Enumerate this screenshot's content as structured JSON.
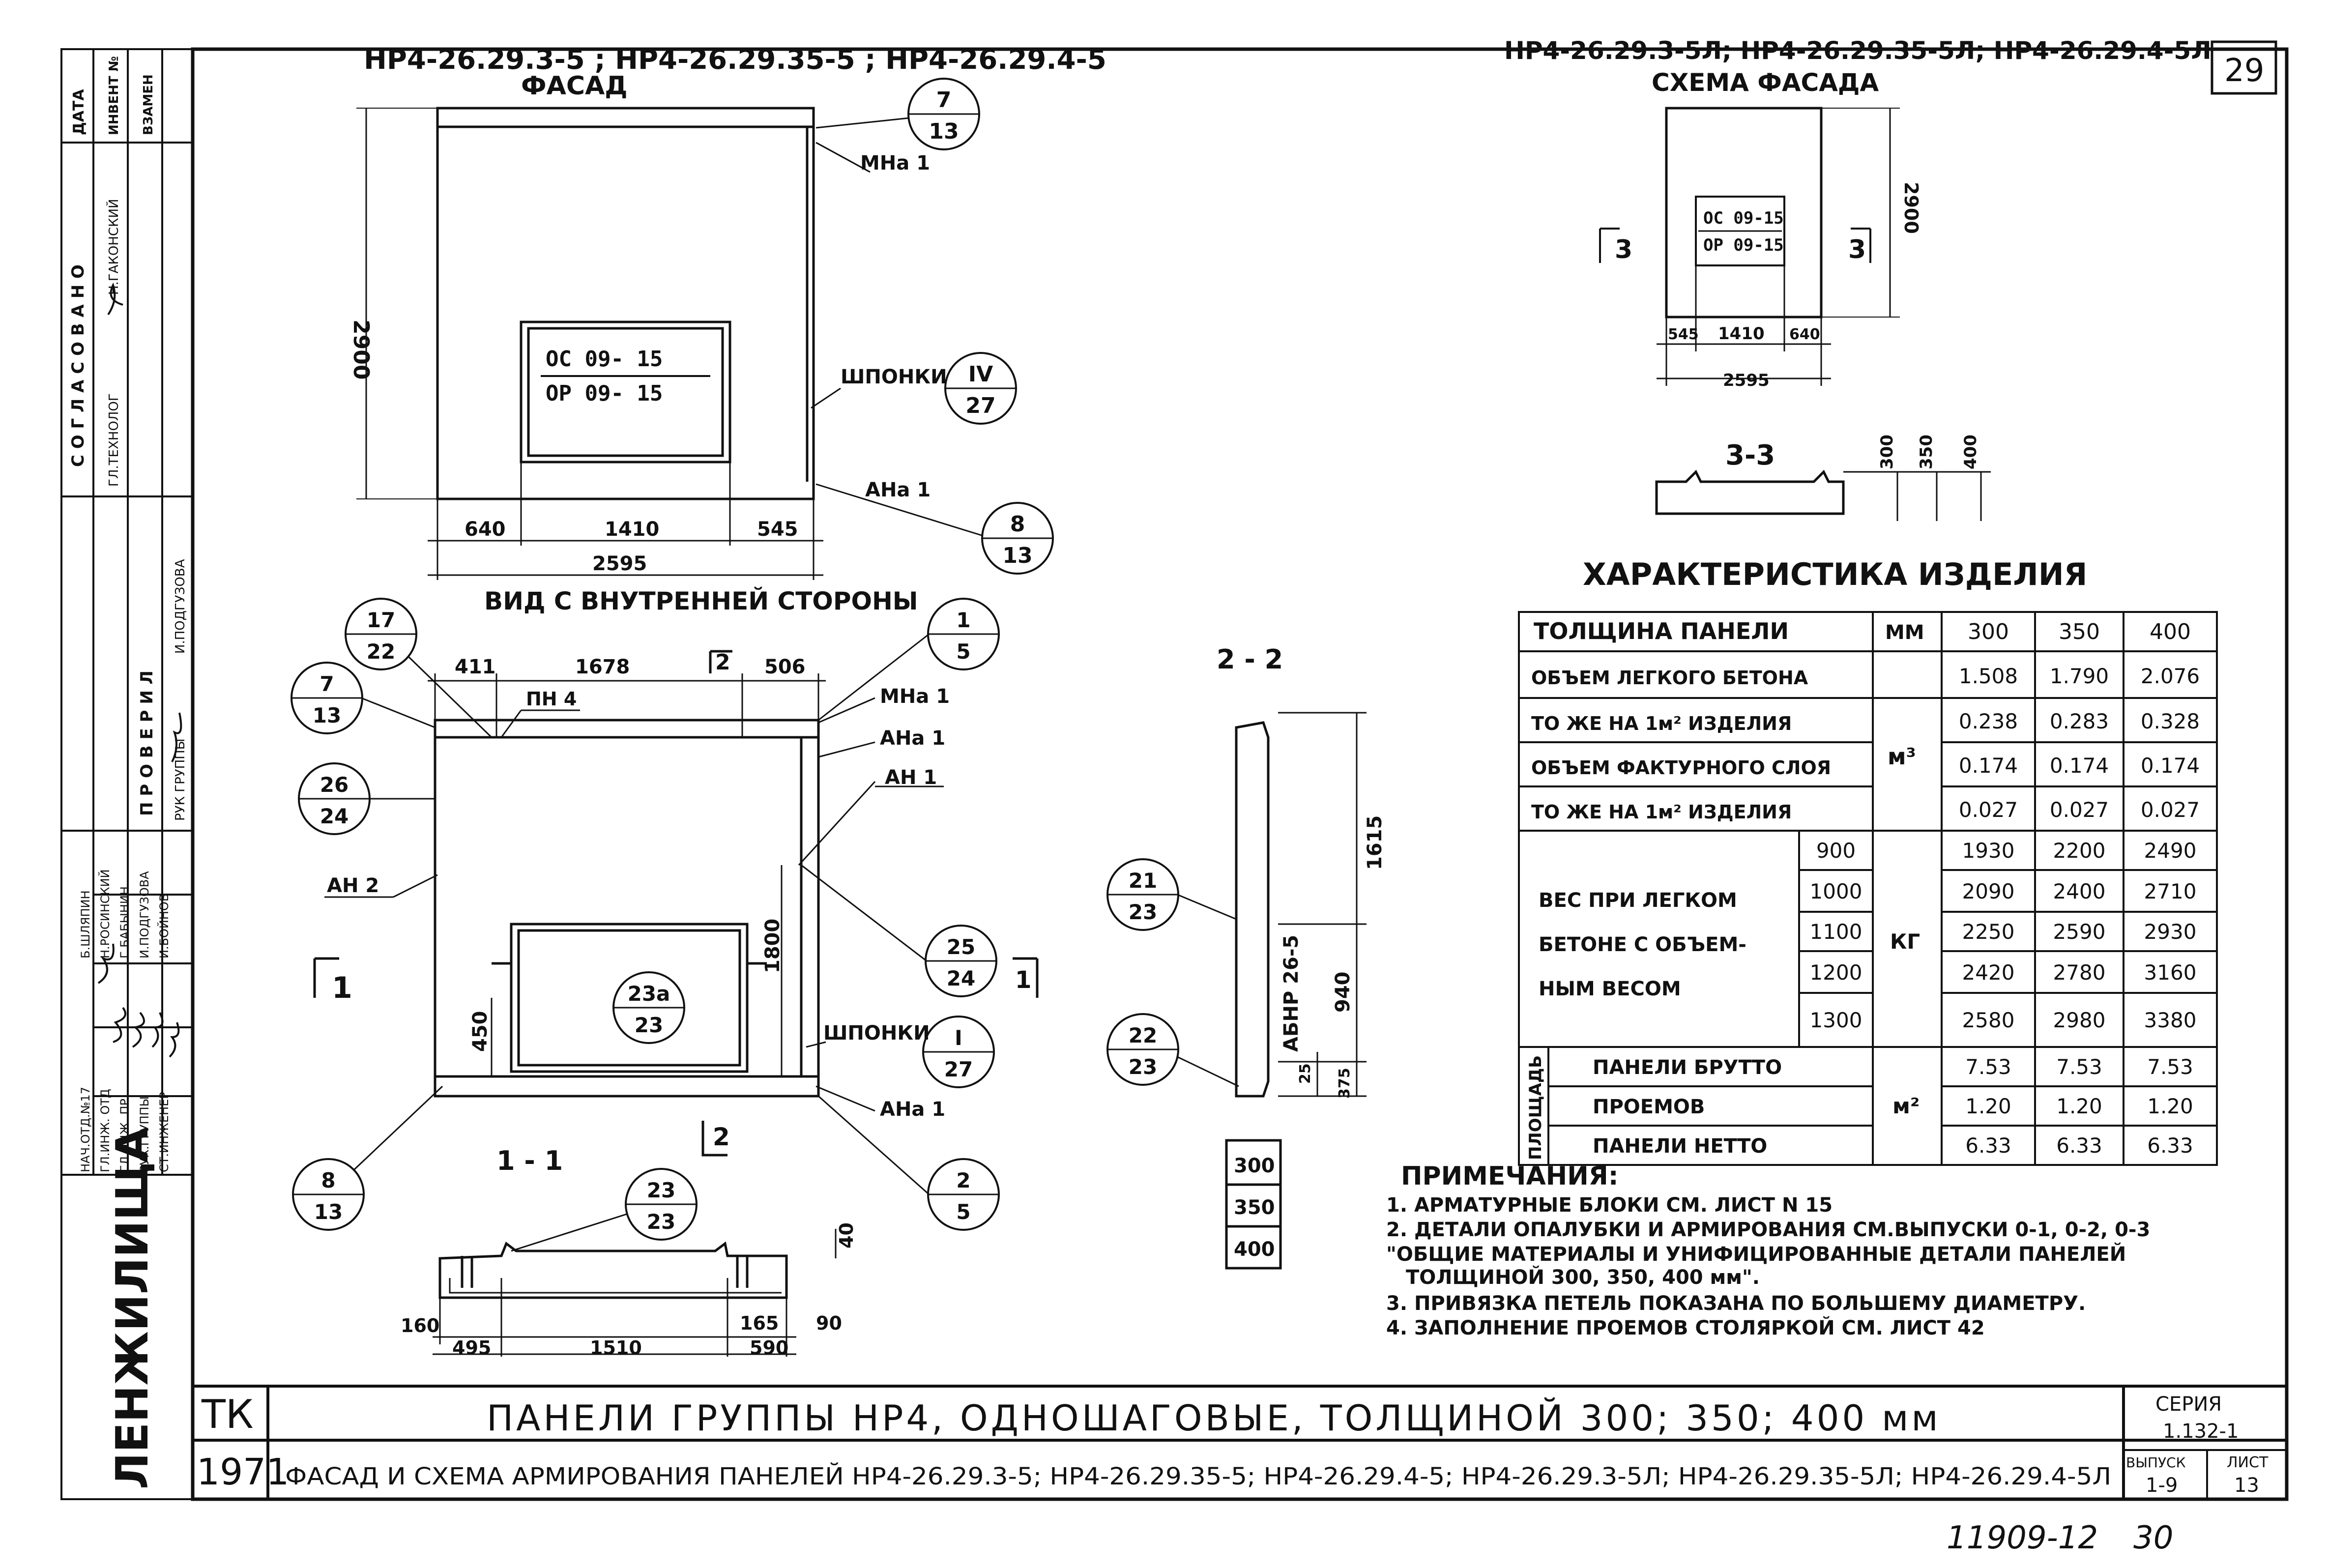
{
  "sheet": {
    "number": "29",
    "bottom_number_1": "11909-12",
    "bottom_number_2": "30"
  },
  "left_strip": {
    "agreed_header": "С О Г Л А С О В А Н О",
    "date_header": "ДАТА",
    "inv_header": "ИНВЕНТ №",
    "replace_header": "ВЗАМЕН",
    "role_tech": "ГЛ.ТЕХНОЛОГ",
    "name_tech": "Н.ГАКОНСКИЙ",
    "checked_header": "П Р О В Е Р И Л",
    "role_group": "РУК ГРУППЫ",
    "name_group": "И.ПОДГУЗОВА",
    "roles": [
      "НАЧ.ОТД.№17",
      "ГЛ.ИНЖ. ОТД",
      "ГЛ.ИНЖ. ПР.",
      "РУК.ГРУППЫ",
      "СТ.ИНЖЕНЕР"
    ],
    "names": [
      "Б.ШЛЯПИН",
      "Н.РОСИНСКИЙ",
      "Г.БАБЫНИН",
      "И.ПОДГУЗОВА",
      "И.БОЙНОВ"
    ],
    "org_logo": "ЛЕНЖИЛИЩА"
  },
  "facade": {
    "title_marks": "НР4-26.29.3-5 ; НР4-26.29.35-5 ; НР4-26.29.4-5",
    "title": "ФАСАД",
    "window_top": "ОС 09- 15",
    "window_bottom": "ОР 09- 15",
    "height": "2900",
    "dims": [
      "640",
      "1410",
      "545"
    ],
    "total": "2595",
    "label_mna": "МНа 1",
    "label_shponki": "ШПОНКИ",
    "label_ana": "АНа 1",
    "callouts": [
      {
        "top": "7",
        "bottom": "13"
      },
      {
        "top": "IV",
        "bottom": "27"
      },
      {
        "top": "8",
        "bottom": "13"
      }
    ]
  },
  "inner_view": {
    "title": "ВИД С ВНУТРЕННЕЙ СТОРОНЫ",
    "dims_top": [
      "411",
      "1678",
      "506"
    ],
    "label_pn": "ПН 4",
    "label_mna": "МНа 1",
    "label_ana_top": "АНа 1",
    "label_an1": "АН 1",
    "label_an2": "АН 2",
    "label_shponki": "ШПОНКИ",
    "label_ana_bottom": "АНа 1",
    "dim_1800": "1800",
    "dim_450": "450",
    "section_2": "2",
    "section_1": "1",
    "callouts": [
      {
        "top": "17",
        "bottom": "22"
      },
      {
        "top": "1",
        "bottom": "5"
      },
      {
        "top": "7",
        "bottom": "13"
      },
      {
        "top": "26",
        "bottom": "24"
      },
      {
        "top": "25",
        "bottom": "24"
      },
      {
        "top": "23а",
        "bottom": "23"
      },
      {
        "top": "I",
        "bottom": "27"
      },
      {
        "top": "8",
        "bottom": "13"
      },
      {
        "top": "2",
        "bottom": "5"
      }
    ]
  },
  "section_11": {
    "title": "1 - 1",
    "dims": [
      "160",
      "495",
      "1510",
      "590",
      "165",
      "90",
      "40"
    ],
    "callout": {
      "top": "23",
      "bottom": "23"
    }
  },
  "section_22": {
    "title": "2 - 2",
    "block_label": "АБНР 26-5",
    "dims": [
      "1615",
      "940",
      "25",
      "375"
    ],
    "thickness": [
      "300",
      "350",
      "400"
    ],
    "callouts": [
      {
        "top": "21",
        "bottom": "23"
      },
      {
        "top": "22",
        "bottom": "23"
      }
    ]
  },
  "mirror": {
    "title_marks": "НР4-26.29.3-5Л; НР4-26.29.35-5Л; НР4-26.29.4-5Л",
    "title": "СХЕМА ФАСАДА",
    "window_top": "ОС 09-15",
    "window_bottom": "ОР 09-15",
    "height": "2900",
    "dims": [
      "545",
      "1410",
      "640"
    ],
    "total": "2595",
    "section_mark": "3"
  },
  "section_33": {
    "title": "3-3",
    "dims": [
      "300",
      "350",
      "400"
    ]
  },
  "characteristics": {
    "title": "ХАРАКТЕРИСТИКА ИЗДЕЛИЯ",
    "header_param": "ТОЛЩИНА ПАНЕЛИ",
    "header_unit": "ММ",
    "thicknesses": [
      "300",
      "350",
      "400"
    ],
    "unit_m3": "м³",
    "unit_kg": "КГ",
    "unit_m2": "м²",
    "rows_volume": [
      {
        "label": "ОБЪЕМ ЛЕГКОГО БЕТОНА",
        "values": [
          "1.508",
          "1.790",
          "2.076"
        ]
      },
      {
        "label": "ТО ЖЕ НА 1м² ИЗДЕЛИЯ",
        "values": [
          "0.238",
          "0.283",
          "0.328"
        ]
      },
      {
        "label": "ОБЪЕМ ФАКТУРНОГО СЛОЯ",
        "values": [
          "0.174",
          "0.174",
          "0.174"
        ]
      },
      {
        "label": "ТО ЖЕ НА 1м² ИЗДЕЛИЯ",
        "values": [
          "0.027",
          "0.027",
          "0.027"
        ]
      }
    ],
    "weight_label_lines": [
      "ВЕС ПРИ ЛЕГКОМ",
      "БЕТОНЕ С ОБЪЕМ-",
      "НЫМ ВЕСОМ"
    ],
    "rows_weight": [
      {
        "density": "900",
        "values": [
          "1930",
          "2200",
          "2490"
        ]
      },
      {
        "density": "1000",
        "values": [
          "2090",
          "2400",
          "2710"
        ]
      },
      {
        "density": "1100",
        "values": [
          "2250",
          "2590",
          "2930"
        ]
      },
      {
        "density": "1200",
        "values": [
          "2420",
          "2780",
          "3160"
        ]
      },
      {
        "density": "1300",
        "values": [
          "2580",
          "2980",
          "3380"
        ]
      }
    ],
    "area_label": "ПЛОЩАДЬ",
    "rows_area": [
      {
        "label": "ПАНЕЛИ БРУТТО",
        "values": [
          "7.53",
          "7.53",
          "7.53"
        ]
      },
      {
        "label": "ПРОЕМОВ",
        "values": [
          "1.20",
          "1.20",
          "1.20"
        ]
      },
      {
        "label": "ПАНЕЛИ НЕТТО",
        "values": [
          "6.33",
          "6.33",
          "6.33"
        ]
      }
    ]
  },
  "notes": {
    "title": "ПРИМЕЧАНИЯ:",
    "lines": [
      "1. АРМАТУРНЫЕ БЛОКИ СМ. ЛИСТ N 15",
      "2. ДЕТАЛИ ОПАЛУБКИ И АРМИРОВАНИЯ СМ.ВЫПУСКИ 0-1, 0-2, 0-3",
      "\"ОБЩИЕ МАТЕРИАЛЫ И УНИФИЦИРОВАННЫЕ ДЕТАЛИ ПАНЕЛЕЙ",
      "ТОЛЩИНОЙ 300, 350, 400 мм\".",
      "3. ПРИВЯЗКА ПЕТЕЛЬ ПОКАЗАНА ПО БОЛЬШЕМУ ДИАМЕТРУ.",
      "4. ЗАПОЛНЕНИЕ ПРОЕМОВ СТОЛЯРКОЙ СМ. ЛИСТ 42"
    ]
  },
  "title_block": {
    "tk": "ТК",
    "year": "1971",
    "main_title": "ПАНЕЛИ ГРУППЫ НР4, ОДНОШАГОВЫЕ, ТОЛЩИНОЙ 300; 350; 400 мм",
    "sub_title": "ФАСАД И СХЕМА АРМИРОВАНИЯ ПАНЕЛЕЙ НР4-26.29.3-5; НР4-26.29.35-5; НР4-26.29.4-5; НР4-26.29.3-5Л; НР4-26.29.35-5Л; НР4-26.29.4-5Л",
    "series_label": "СЕРИЯ",
    "series_value": "1.132-1",
    "issue_label": "ВЫПУСК",
    "issue_value": "1-9",
    "sheet_label": "ЛИСТ",
    "sheet_value": "13"
  }
}
